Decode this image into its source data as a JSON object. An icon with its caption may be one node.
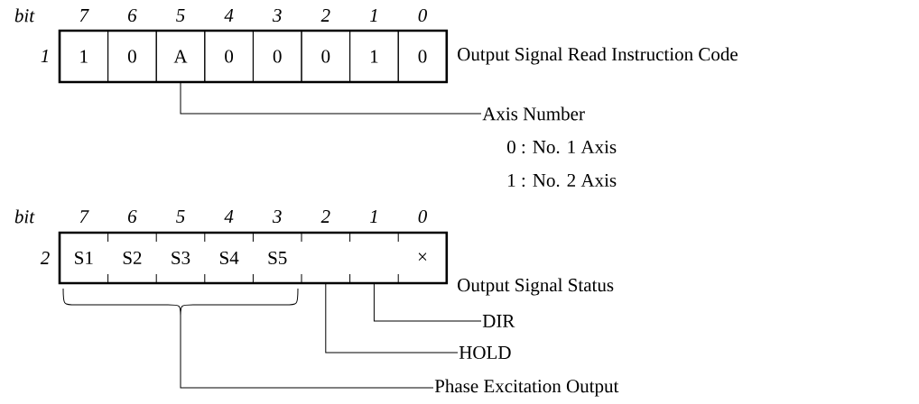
{
  "diagram": {
    "nodes": [
      {
        "text": [],
        "shape": "box",
        "beside": [
          "Output Signal Read Instruction Code"
        ]
      },
      {
        "text": [
          "1"
        ],
        "in": 0
      },
      {
        "text": [
          "0"
        ],
        "in": 0
      },
      {
        "text": [
          "A"
        ],
        "in": 0
      },
      {
        "text": [
          "0"
        ],
        "in": 0
      },
      {
        "text": [
          "0"
        ],
        "in": 0
      },
      {
        "text": [
          "0"
        ],
        "in": 0
      },
      {
        "text": [
          "1"
        ],
        "in": 0
      },
      {
        "text": [
          "0"
        ],
        "in": 0
      },
      {
        "text": [],
        "shape": "box",
        "beside": [
          "Output Signal Status"
        ]
      },
      {
        "text": [
          "S1"
        ],
        "in": 9
      },
      {
        "text": [
          "S2"
        ],
        "in": 9
      },
      {
        "text": [
          "S3"
        ],
        "in": 9
      },
      {
        "text": [
          "S4"
        ],
        "in": 9
      },
      {
        "text": [
          "S5"
        ],
        "in": 9
      },
      {
        "text": [
          "×"
        ],
        "in": 9
      },
      {
        "text": [
          "Axis Number"
        ],
        "beside": [
          "0 : No. 1 Axis",
          "1 : No. 2 Axis"
        ]
      },
      {
        "text": [
          "DIR"
        ]
      },
      {
        "text": [
          "HOLD"
        ]
      },
      {
        "text": [
          "Phase Excitation Output"
        ]
      }
    ],
    "edges": [
      {
        "from": 16,
        "to": 3,
        "arrow": "none"
      },
      {
        "from": 17,
        "to": 9,
        "arrow": "none"
      },
      {
        "from": 18,
        "to": 9,
        "arrow": "none"
      },
      {
        "from": 19,
        "to": 9,
        "arrow": "none"
      }
    ],
    "labels": [
      "bit",
      "7",
      "6",
      "5",
      "4",
      "3",
      "2",
      "1",
      "0",
      "1",
      "bit",
      "7",
      "6",
      "5",
      "4",
      "3",
      "2",
      "1",
      "0",
      "2"
    ]
  }
}
